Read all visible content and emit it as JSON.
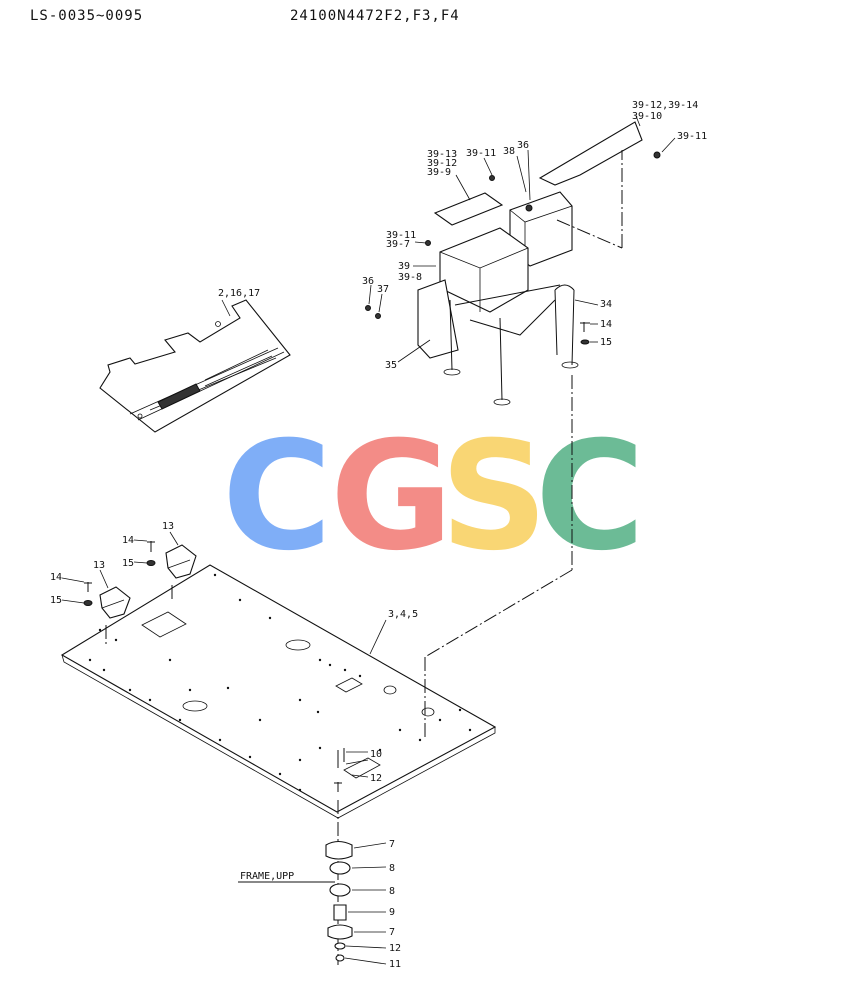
{
  "header": {
    "left_code": "LS-0035~0095",
    "right_code": "24100N4472F2,F3,F4"
  },
  "watermark": {
    "letters": [
      "C",
      "G",
      "S",
      "C"
    ],
    "colors": [
      "#4a8cf5",
      "#ee5c55",
      "#f7c53a",
      "#2f9f6a"
    ]
  },
  "labels": {
    "mat": "2,16,17",
    "top_c1": "39-12,39-14",
    "top_c2": "39-10",
    "top_c3": "39-11",
    "lid_a1": "39-13",
    "lid_a2": "39-12",
    "lid_a3": "39-9",
    "lid_b": "39-11",
    "p38": "38",
    "p36a": "36",
    "p39_11b": "39-11",
    "p39_7": "39-7",
    "p39": "39",
    "p39_8": "39-8",
    "p36b": "36",
    "p37": "37",
    "p34": "34",
    "p14a": "14",
    "p15a": "15",
    "p35": "35",
    "p13a": "13",
    "p14b": "14",
    "p15b": "15",
    "p13b": "13",
    "p14c": "14",
    "p15c": "15",
    "floor": "3,4,5",
    "p10": "10",
    "p12a": "12",
    "p7a": "7",
    "p8a": "8",
    "frame": "FRAME,UPP",
    "p8b": "8",
    "p9": "9",
    "p7b": "7",
    "p12b": "12",
    "p11": "11"
  }
}
